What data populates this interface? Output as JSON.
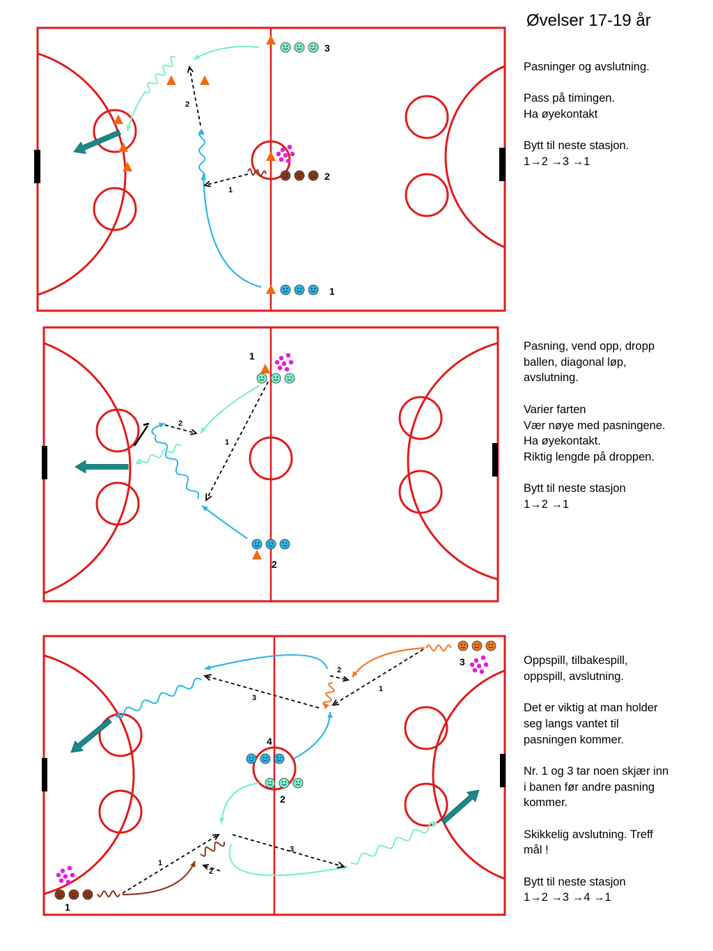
{
  "title": "Øvelser 17-19 år",
  "colors": {
    "rink": "#e01b1b",
    "goal": "#000000",
    "cone": "#f06a10",
    "shot_arrow": "#1a8a8a",
    "team_blue": "#29b6e8",
    "team_mint": "#7ff0c8",
    "team_brown": "#8b3a1a",
    "team_orange": "#f07820",
    "pucks": "#e020e0"
  },
  "icons": [
    "smiley-icon",
    "cone-icon",
    "puck-icon",
    "arrow-icon",
    "goal-icon"
  ],
  "drills": [
    {
      "labels": {
        "s1": "1",
        "s2": "2",
        "s3": "3",
        "p1": "1",
        "p2": "2"
      },
      "text": [
        "Pasninger og avslutning.",
        "Pass på timingen.\nHa øyekontakt",
        "Bytt til neste stasjon.\n1→2 →3 →1"
      ]
    },
    {
      "labels": {
        "s1": "1",
        "s2": "2",
        "p1": "1",
        "p2": "2"
      },
      "text": [
        "Pasning, vend opp, dropp\nballen, diagonal løp,\navslutning.",
        "Varier farten\nVær nøye med pasningene.\nHa øyekontakt.\nRiktig lengde på droppen.",
        "Bytt til neste stasjon\n1→2 →1"
      ]
    },
    {
      "labels": {
        "s1": "1",
        "s2": "2",
        "s3": "3",
        "s4": "4",
        "pa1": "1",
        "pa2": "2",
        "pa3": "3",
        "pb1": "1",
        "pb2": "2",
        "pb3": "3"
      },
      "text": [
        "Oppspill, tilbakespill,\noppspill, avslutning.",
        "Det er viktig at man holder\nseg langs vantet til\npasningen kommer.",
        "Nr. 1 og 3 tar noen skjær inn\ni banen før andre pasning\nkommer.",
        "Skikkelig avslutning. Treff\nmål !",
        "Bytt til neste stasjon\n1→2 →3 →4 →1"
      ]
    }
  ]
}
